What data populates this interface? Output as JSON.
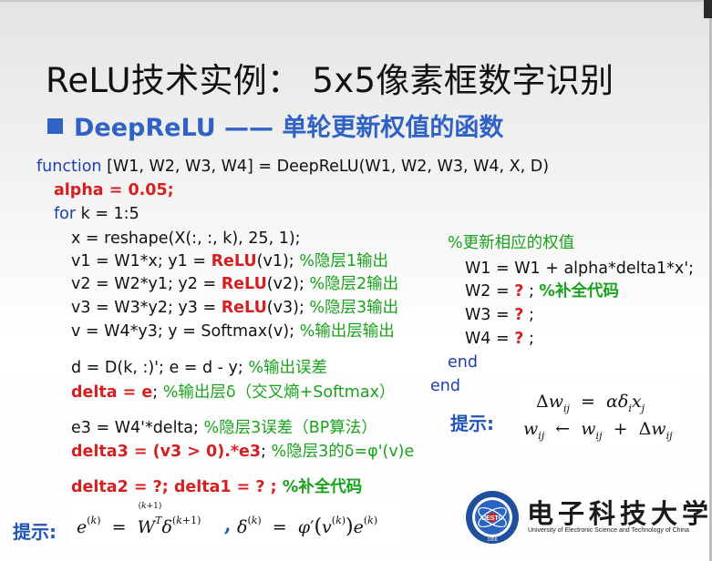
{
  "title": "ReLU技术实例：  5x5像素框数字识别",
  "subtitle": "DeepReLU —— 单轮更新权值的函数",
  "code_left": {
    "line_function_kw": "function",
    "line_function_rest": " [W1, W2, W3, W4] = DeepReLU(W1, W2, W3, W4, X, D)",
    "line_alpha": "alpha = 0.05;",
    "line_for_kw": "for",
    "line_for_rest": " k = 1:5",
    "line_x": "x  = reshape(X(:, :, k), 25, 1);",
    "line_v1_a": "v1 = W1*x;    y1 = ",
    "relu": "ReLU",
    "line_v1_b": "(v1); ",
    "line_v1_c": "%隐层1输出",
    "line_v2_a": "v2 = W2*y1;  y2 = ",
    "line_v2_b": "(v2); ",
    "line_v2_c": "%隐层2输出",
    "line_v3_a": "v3 = W3*y2;  y3 = ",
    "line_v3_b": "(v3); ",
    "line_v3_c": "%隐层3输出",
    "line_v_a": "v = W4*y3;   y  = Softmax(v); ",
    "line_v_c": "%输出层输出",
    "line_d_a": "d = D(k, :)'; e = d - y; ",
    "line_d_c": "%输出误差",
    "line_delta_a": "delta = e",
    "line_delta_b": "; ",
    "line_delta_c": "%输出层δ（交叉熵+Softmax）",
    "line_e3_a": "e3 = W4'*delta; ",
    "line_e3_c": "%隐层3误差（BP算法）",
    "line_d3_a": "delta3 = (v3 > 0).*e3",
    "line_d3_b": "; ",
    "line_d3_c": "%隐层3的δ=φ'(v)e",
    "line_d21_a": "delta2 = ?; delta1 = ? ; ",
    "line_d21_c": "%补全代码"
  },
  "code_right": {
    "comment_update": "%更新相应的权值",
    "w1": "W1 = W1 + alpha*delta1*x';",
    "w2_a": "W2 = ",
    "w2_q": "?",
    "w2_b": " ; ",
    "w2_c": "%补全代码",
    "w3_a": "W3 = ",
    "w3_q": "?",
    "w3_b": " ;",
    "w4_a": "W4 = ",
    "w4_q": "?",
    "w4_b": " ;",
    "end_inner": "end",
    "end_outer": "end"
  },
  "hint_right_label": "提示:",
  "hint_bottom_label": "提示:",
  "logo": {
    "name_cn": "电子科技大学",
    "name_en": "University of Electronic Science and Technology of China",
    "emblem_text": "UESTC",
    "emblem_year": "1956"
  },
  "colors": {
    "blue_keyword": "#1e3fae",
    "red_highlight": "#d42020",
    "green_comment": "#19a31c",
    "subtitle_blue": "#2f62c4"
  }
}
